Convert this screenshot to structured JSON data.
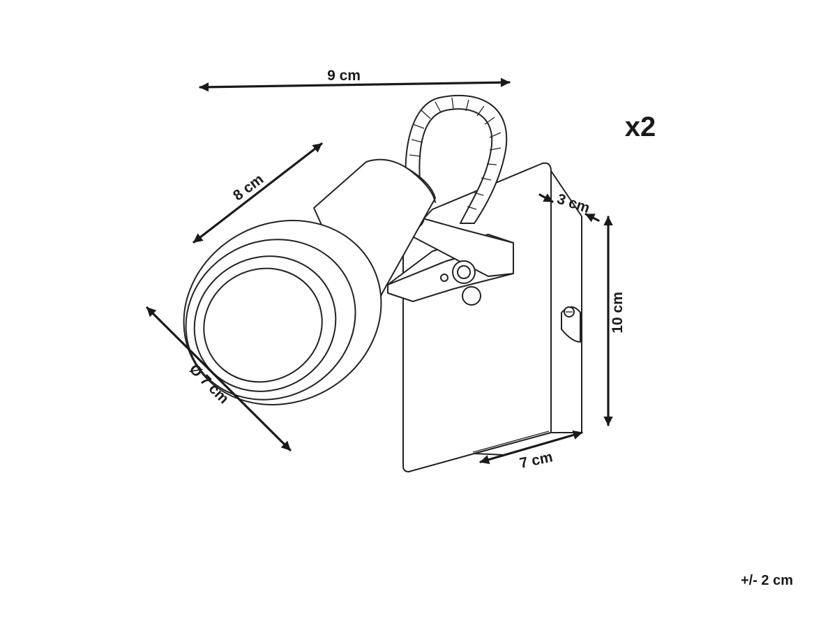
{
  "dimensions": {
    "width": "9 cm",
    "length": "8 cm",
    "diameter": "Ø 7 cm",
    "depth": "3 cm",
    "height": "10 cm",
    "plate_width": "7 cm"
  },
  "quantity": "x2",
  "tolerance": "+/- 2 cm",
  "colors": {
    "line": "#1a1a1a",
    "background": "#ffffff"
  }
}
